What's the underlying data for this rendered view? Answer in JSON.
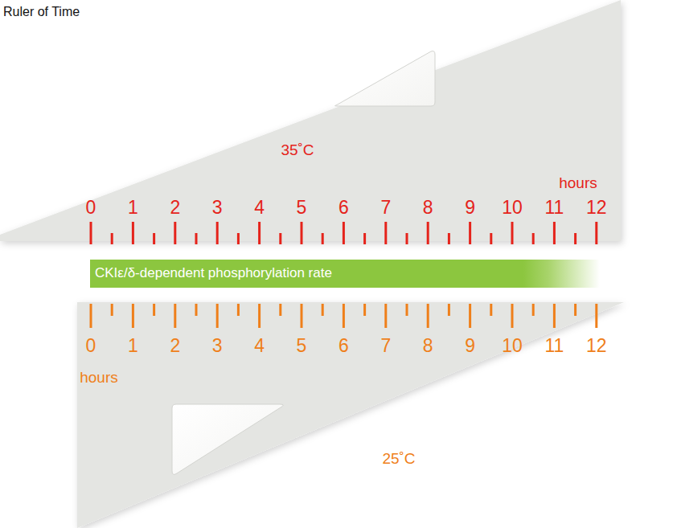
{
  "diagram": {
    "title": "Ruler of Time",
    "nodes": [
      {
        "text": [
          "CKIε/δ-dependent phosphorylation rate"
        ]
      }
    ],
    "edges": [],
    "labels": [
      "35˚C",
      "hours",
      "0",
      "1",
      "2",
      "3",
      "4",
      "5",
      "6",
      "7",
      "8",
      "9",
      "10",
      "11",
      "12",
      "0",
      "1",
      "2",
      "3",
      "4",
      "5",
      "6",
      "7",
      "8",
      "9",
      "10",
      "11",
      "12",
      "hours",
      "25˚C"
    ]
  }
}
